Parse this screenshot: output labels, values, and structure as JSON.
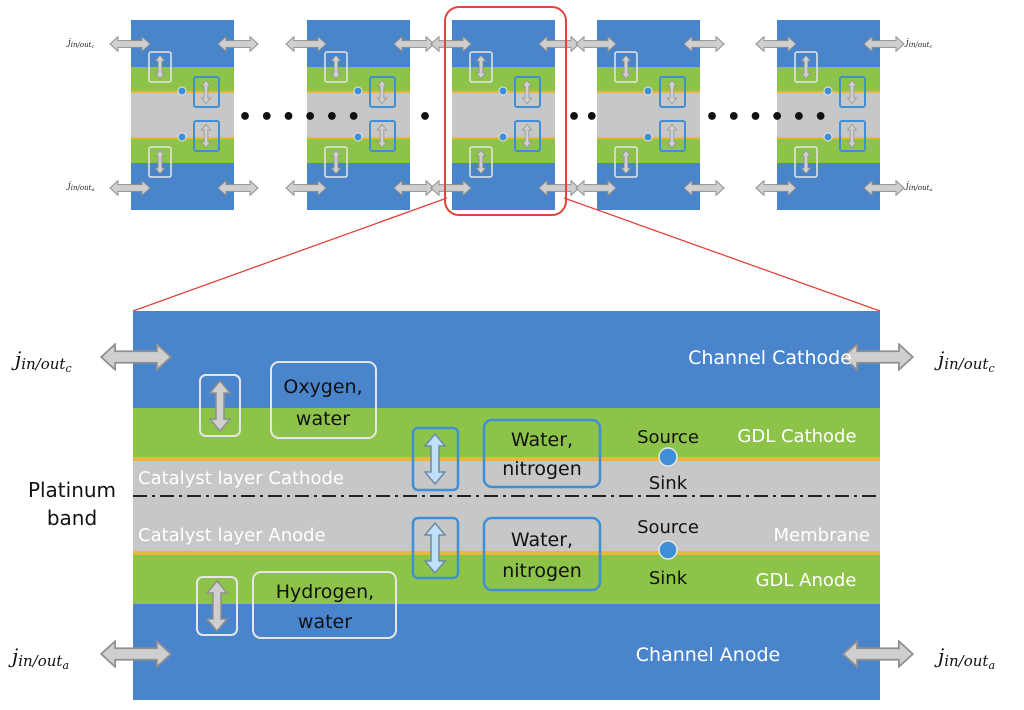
{
  "colors": {
    "channel": "#4a85cc",
    "gdl": "#8dc348",
    "catalyst": "#c7c7c7",
    "boundary": "#e9b73c",
    "highlight": "#e0453d",
    "box_white": "#e6e6e6",
    "box_blue": "#3f8fd6",
    "arrow_fill": "#cfcfcf",
    "arrow_stroke": "#8f8f8f"
  },
  "top_row": {
    "flux": {
      "cathode_left": "in/out",
      "cathode_left_sub": "c",
      "anode_left": "in/out",
      "anode_left_sub": "a",
      "cathode_right": "in/out",
      "cathode_right_sub": "c",
      "anode_right": "in/out",
      "anode_right_sub": "a",
      "symbol": "j"
    },
    "ellipsis": "• • • • • •"
  },
  "detail": {
    "flux_symbol": "j",
    "flux_left_top": {
      "main": "in/out",
      "sub": "c"
    },
    "flux_right_top": {
      "main": "in/out",
      "sub": "c"
    },
    "flux_left_bottom": {
      "main": "in/out",
      "sub": "a"
    },
    "flux_right_bottom": {
      "main": "in/out",
      "sub": "a"
    },
    "channel_cathode": "Channel Cathode",
    "gdl_cathode": "GDL Cathode",
    "catalyst_cathode": "Catalyst layer Cathode",
    "catalyst_anode": "Catalyst layer Anode",
    "membrane": "Membrane",
    "gdl_anode": "GDL Anode",
    "channel_anode": "Channel Anode",
    "platinum_band_1": "Platinum",
    "platinum_band_2": "band",
    "oxygen_1": "Oxygen,",
    "oxygen_2": "water",
    "hydrogen_1": "Hydrogen,",
    "hydrogen_2": "water",
    "water_n_top_1": "Water,",
    "water_n_top_2": "nitrogen",
    "water_n_bot_1": "Water,",
    "water_n_bot_2": "nitrogen",
    "source_top": "Source",
    "sink_top": "Sink",
    "source_bottom": "Source",
    "sink_bottom": "Sink"
  }
}
